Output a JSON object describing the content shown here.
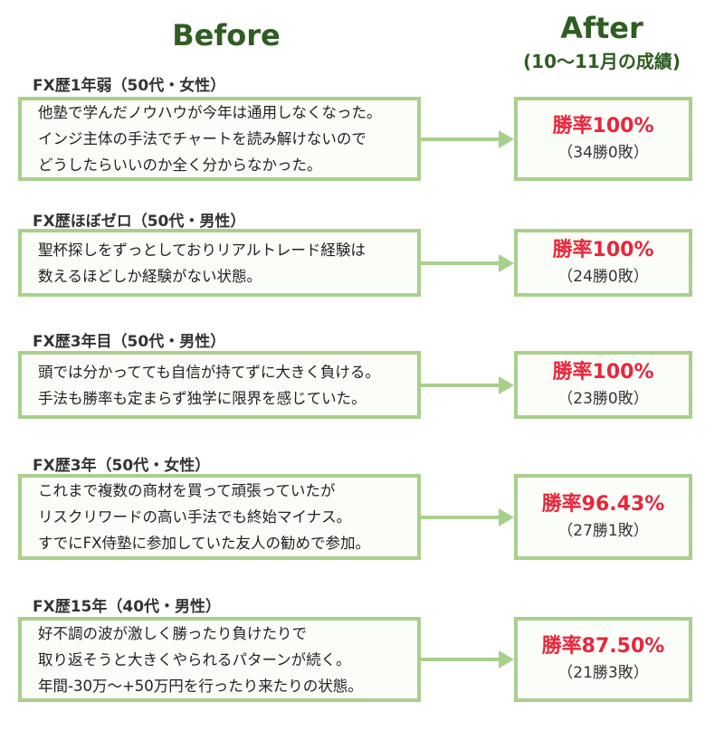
{
  "header": {
    "before": "Before",
    "after": "After",
    "after_sub": "(10〜11月の成績)"
  },
  "colors": {
    "border": "#a8d08d",
    "heading": "#2f5d22",
    "rate": "#e8263c"
  },
  "rows": [
    {
      "label": "FX歴1年弱（50代・女性）",
      "lines": [
        "他塾で学んだノウハウが今年は通用しなくなった。",
        "インジ主体の手法でチャートを読み解けないので",
        "どうしたらいいのか全く分からなかった。"
      ],
      "rate": "勝率100%",
      "record": "（34勝0敗）"
    },
    {
      "label": "FX歴ほぼゼロ（50代・男性）",
      "lines": [
        "聖杯探しをずっとしておりリアルトレード経験は",
        "数えるほどしか経験がない状態。"
      ],
      "rate": "勝率100%",
      "record": "（24勝0敗）"
    },
    {
      "label": "FX歴3年目（50代・男性）",
      "lines": [
        "頭では分かってても自信が持てずに大きく負ける。",
        "手法も勝率も定まらず独学に限界を感じていた。"
      ],
      "rate": "勝率100%",
      "record": "（23勝0敗）"
    },
    {
      "label": "FX歴3年（50代・女性）",
      "lines": [
        "これまで複数の商材を買って頑張っていたが",
        "リスクリワードの高い手法でも終始マイナス。",
        "すでにFX侍塾に参加していた友人の勧めで参加。"
      ],
      "rate": "勝率96.43%",
      "record": "（27勝1敗）"
    },
    {
      "label": "FX歴15年（40代・男性）",
      "lines": [
        "好不調の波が激しく勝ったり負けたりで",
        "取り返そうと大きくやられるパターンが続く。",
        "年間-30万〜+50万円を行ったり来たりの状態。"
      ],
      "rate": "勝率87.50%",
      "record": "（21勝3敗）"
    }
  ]
}
